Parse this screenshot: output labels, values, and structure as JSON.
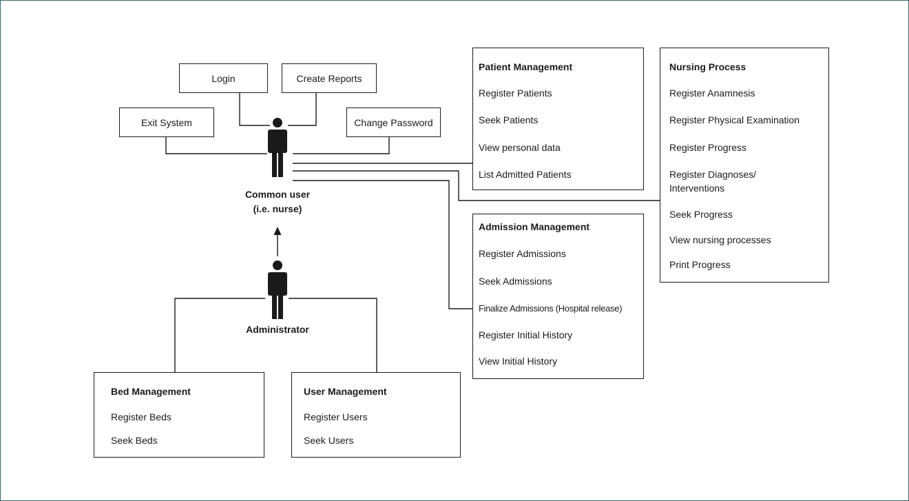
{
  "actions": {
    "login": "Login",
    "create_reports": "Create Reports",
    "exit_system": "Exit System",
    "change_password": "Change Password"
  },
  "actors": {
    "common_user": [
      "Common user",
      "(i.e. nurse)"
    ],
    "administrator": "Administrator"
  },
  "patient_management": {
    "title": "Patient Management",
    "items": [
      "Register Patients",
      "Seek Patients",
      "View personal data",
      "List Admitted Patients"
    ]
  },
  "nursing_process": {
    "title": "Nursing Process",
    "items": [
      "Register Anamnesis",
      "Register Physical Examination",
      "Register Progress",
      "Register Diagnoses/",
      "Interventions",
      "Seek Progress",
      "View nursing processes",
      "Print Progress"
    ]
  },
  "admission_management": {
    "title": "Admission Management",
    "items": [
      "Register Admissions",
      "Seek Admissions",
      "Finalize Admissions (Hospital release)",
      "Register Initial History",
      "View Initial History"
    ]
  },
  "bed_management": {
    "title": "Bed Management",
    "items": [
      "Register Beds",
      "Seek Beds"
    ]
  },
  "user_management": {
    "title": "User Management",
    "items": [
      "Register Users",
      "Seek Users"
    ]
  },
  "colors": {
    "frame": "#2e6b6e",
    "ink": "#1a1a1a"
  }
}
